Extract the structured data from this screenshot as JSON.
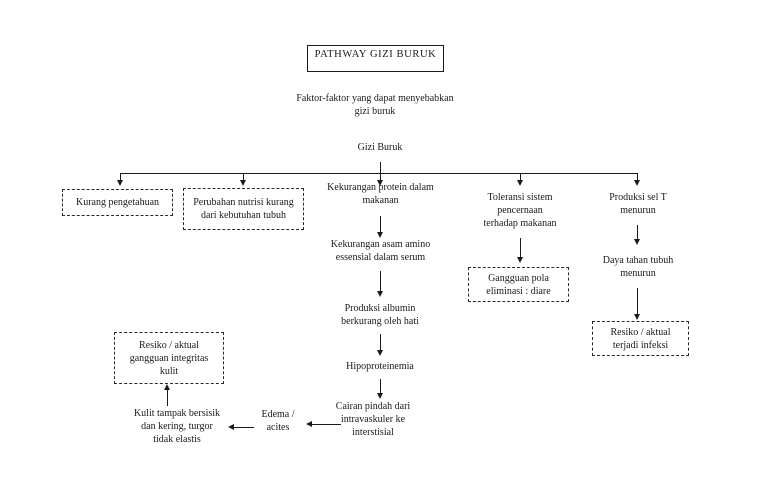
{
  "diagram": {
    "title": "PATHWAY GIZI BURUK",
    "cause_note": "Faktor-faktor yang dapat menyebabkan\ngizi buruk",
    "root": "Gizi Buruk",
    "branch_kurang_pengetahuan": "Kurang pengetahuan",
    "branch_perubahan_nutrisi": "Perubahan nutrisi kurang\ndari kebutuhan tubuh",
    "branch_kekurangan_protein": "Kekurangan protein dalam\nmakanan",
    "branch_toleransi": "Toleransi sistem\npencernaan\nterhadap makanan",
    "branch_produksi_sel_t": "Produksi sel T\nmenurun",
    "kekurangan_asam_amino": "Kekurangan asam amino\nessensial dalam serum",
    "produksi_albumin": "Produksi albumin\nberkurang oleh hati",
    "hipoproteinemia": "Hipoproteinemia",
    "cairan_pindah": "Cairan pindah dari\nintravaskuler ke\ninterstisial",
    "edema": "Edema /\nacites",
    "kulit_bersisik": "Kulit tampak bersisik\ndan kering, turgor\ntidak elastis",
    "resiko_integritas_kulit": "Resiko / aktual\ngangguan integritas\nkulit",
    "gangguan_eliminasi": "Gangguan pola\neliminasi : diare",
    "daya_tahan_menurun": "Daya tahan tubuh\nmenurun",
    "resiko_infeksi": "Resiko / aktual\nterjadi infeksi",
    "colors": {
      "ink": "#1a1a1a",
      "paper": "#ffffff"
    }
  }
}
